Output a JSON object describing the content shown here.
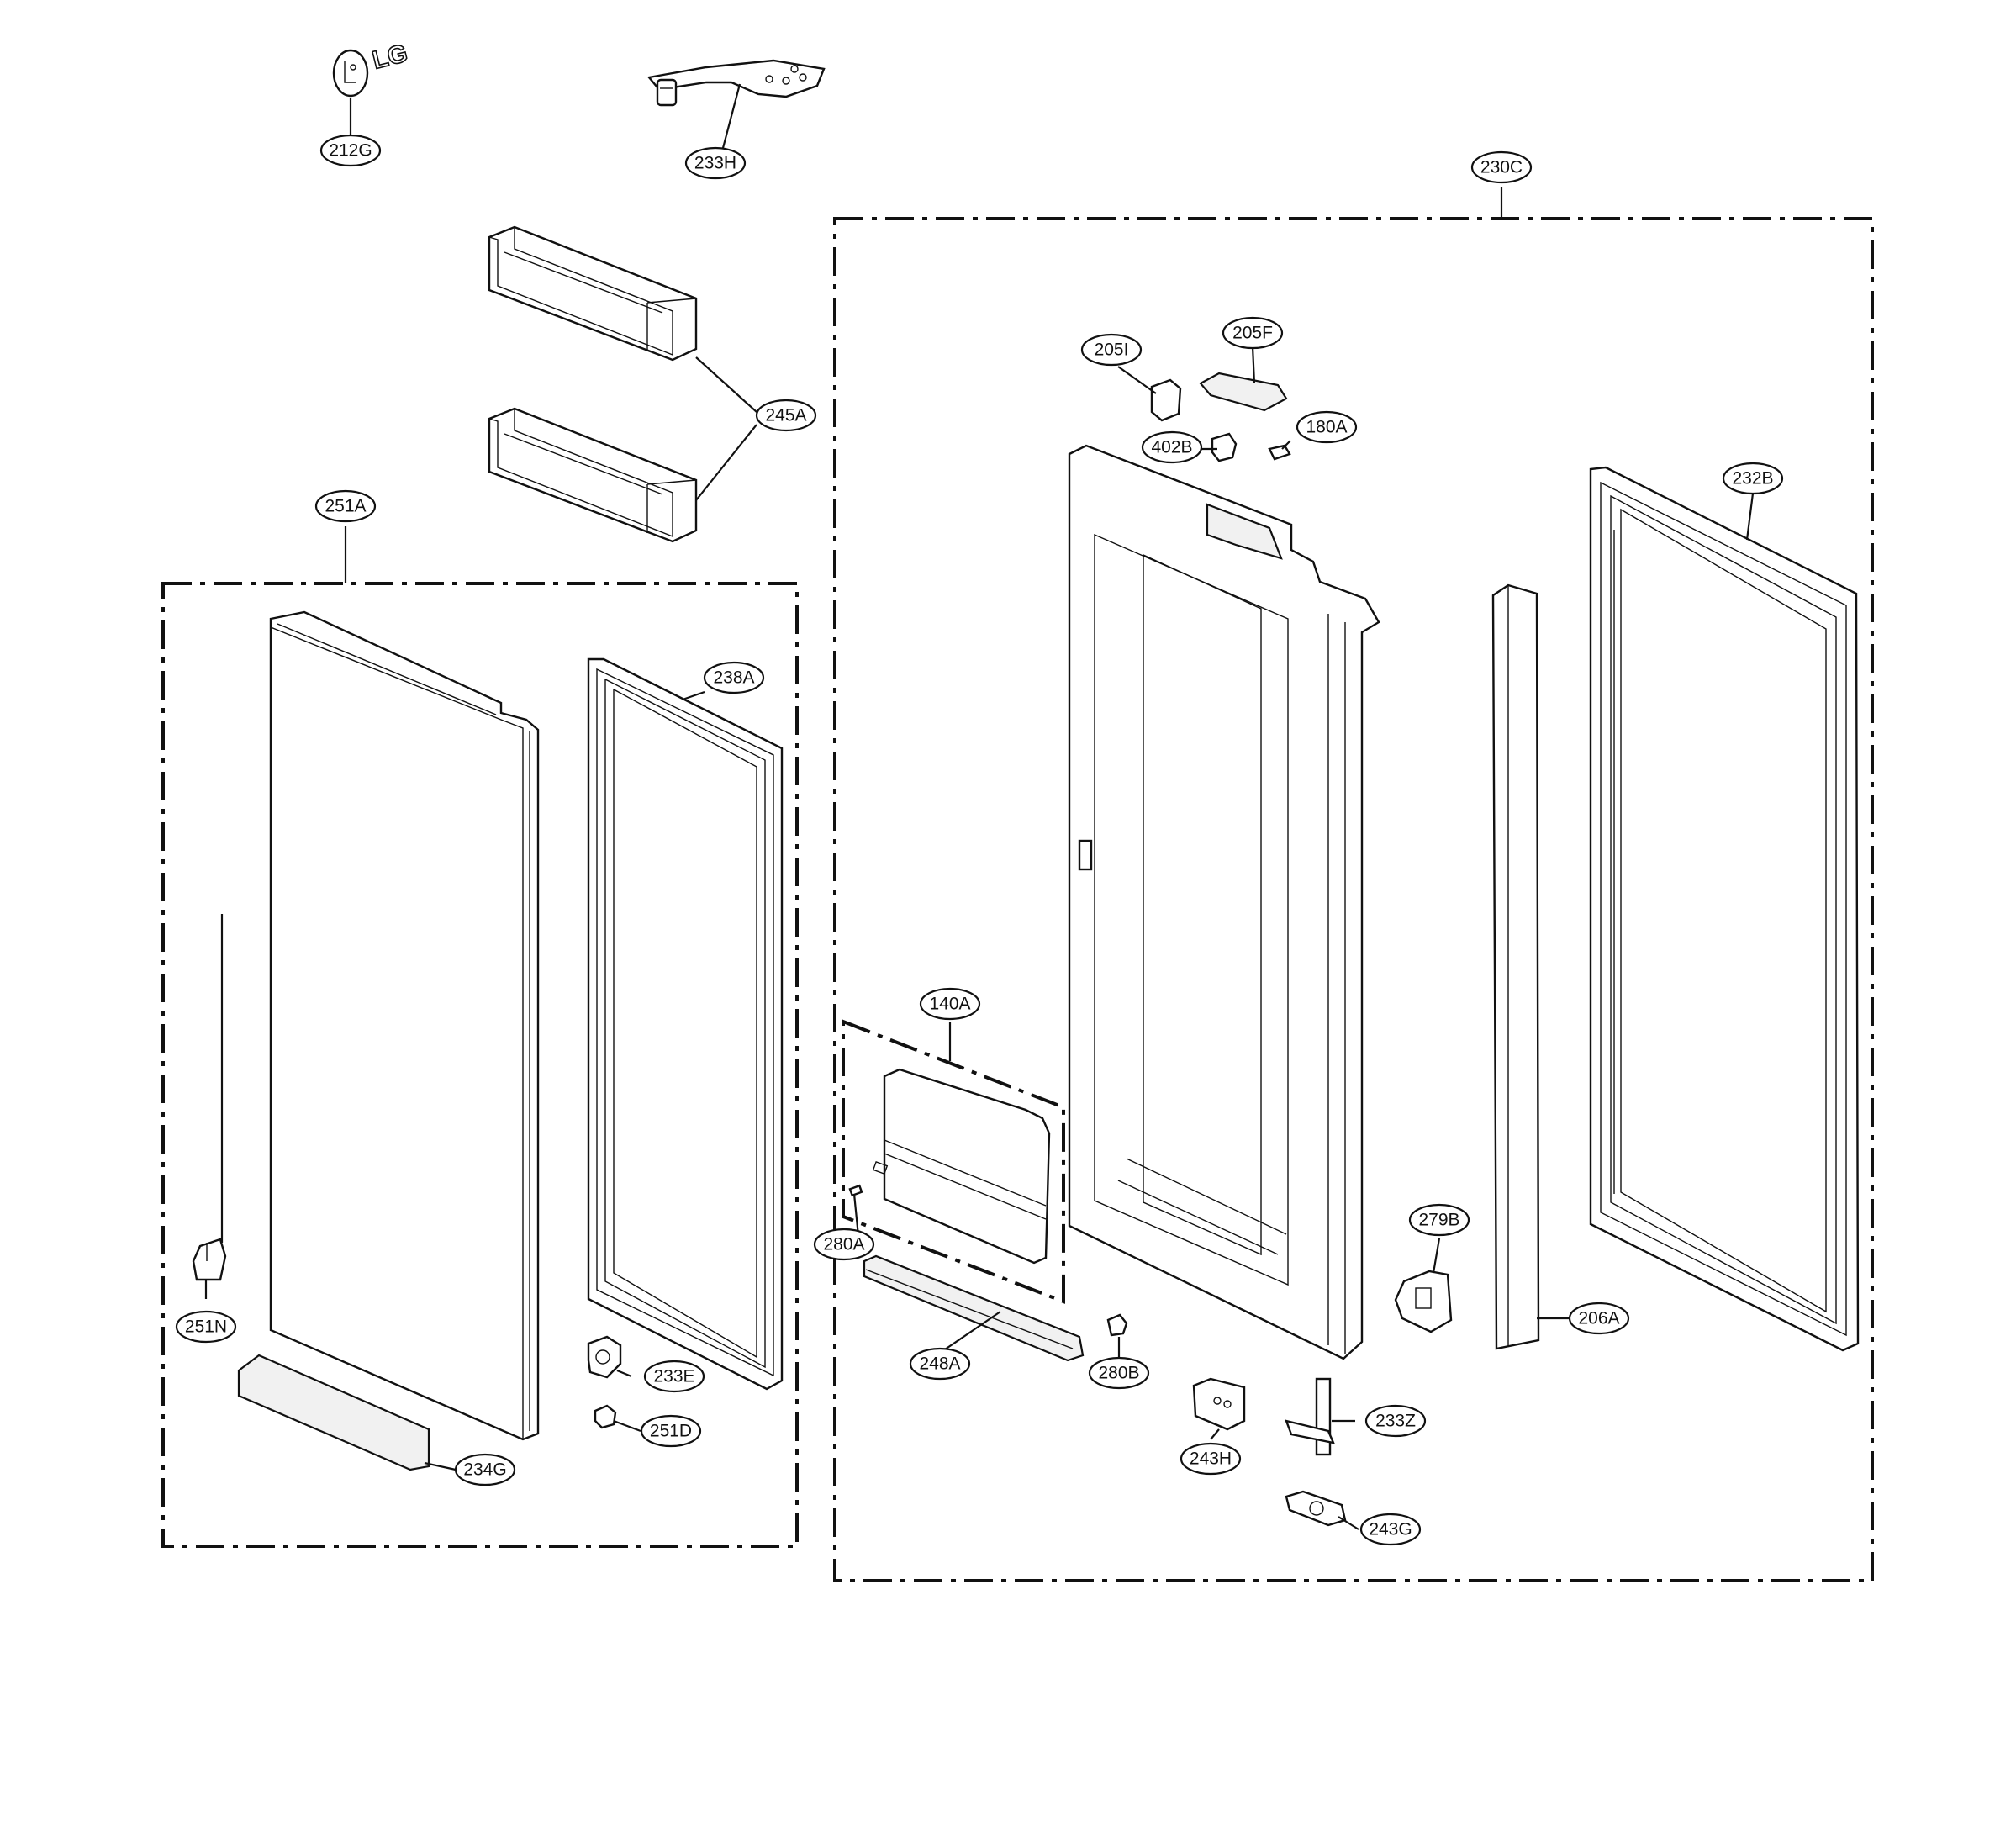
{
  "logo": {
    "text": "LG"
  },
  "callouts": [
    {
      "id": "c212G",
      "label": "212G"
    },
    {
      "id": "c233H",
      "label": "233H"
    },
    {
      "id": "c230C",
      "label": "230C"
    },
    {
      "id": "c245A",
      "label": "245A"
    },
    {
      "id": "c251A",
      "label": "251A"
    },
    {
      "id": "c238A",
      "label": "238A"
    },
    {
      "id": "c205I",
      "label": "205I"
    },
    {
      "id": "c205F",
      "label": "205F"
    },
    {
      "id": "c402B",
      "label": "402B"
    },
    {
      "id": "c180A",
      "label": "180A"
    },
    {
      "id": "c232B",
      "label": "232B"
    },
    {
      "id": "c140A",
      "label": "140A"
    },
    {
      "id": "c279B",
      "label": "279B"
    },
    {
      "id": "c280A",
      "label": "280A"
    },
    {
      "id": "c206A",
      "label": "206A"
    },
    {
      "id": "c251N",
      "label": "251N"
    },
    {
      "id": "c233E",
      "label": "233E"
    },
    {
      "id": "c248A",
      "label": "248A"
    },
    {
      "id": "c280B",
      "label": "280B"
    },
    {
      "id": "c251D",
      "label": "251D"
    },
    {
      "id": "c233Z",
      "label": "233Z"
    },
    {
      "id": "c234G",
      "label": "234G"
    },
    {
      "id": "c243H",
      "label": "243H"
    },
    {
      "id": "c243G",
      "label": "243G"
    }
  ]
}
